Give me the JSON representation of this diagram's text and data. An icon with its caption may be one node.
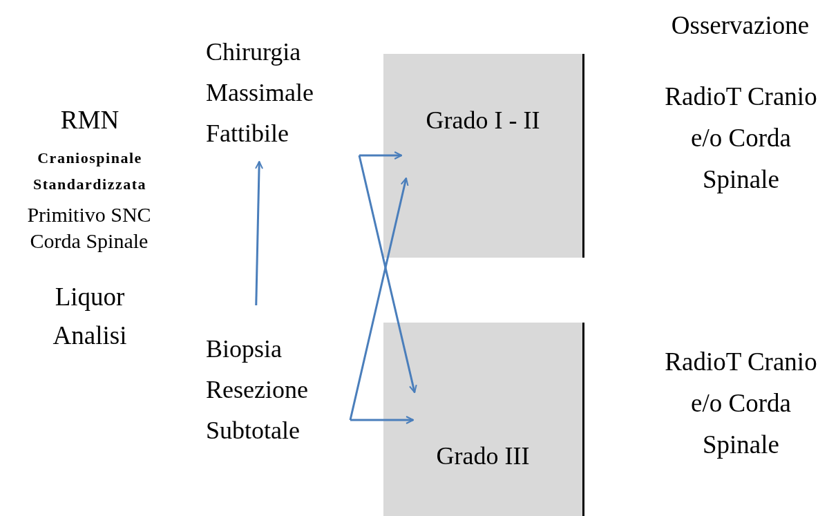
{
  "diagram": {
    "nodes": [
      {
        "text": [
          "Chirurgia Massimale Fattibile"
        ]
      },
      {
        "text": [
          "Biopsia Resezione Subtotale"
        ]
      },
      {
        "text": [
          "Grado I - II"
        ]
      },
      {
        "text": [
          "Grado III"
        ]
      }
    ],
    "edges": [
      {
        "from": 1,
        "to": 0,
        "arrow": "to"
      },
      {
        "from": null,
        "to": 2,
        "arrow": "to"
      },
      {
        "from": null,
        "to": 3,
        "arrow": "to"
      },
      {
        "from": 1,
        "to": 2,
        "arrow": "to"
      },
      {
        "from": 1,
        "to": 3,
        "arrow": "to"
      }
    ],
    "labels": [
      "Osservazione",
      "RMN",
      "Craniospinale Standardizzata",
      "Primitivo SNC Corda Spinale",
      "Liquor Analisi",
      "RadioT Cranio e/o Corda Spinale",
      "RadioT Cranio e/o Corda Spinale"
    ]
  }
}
